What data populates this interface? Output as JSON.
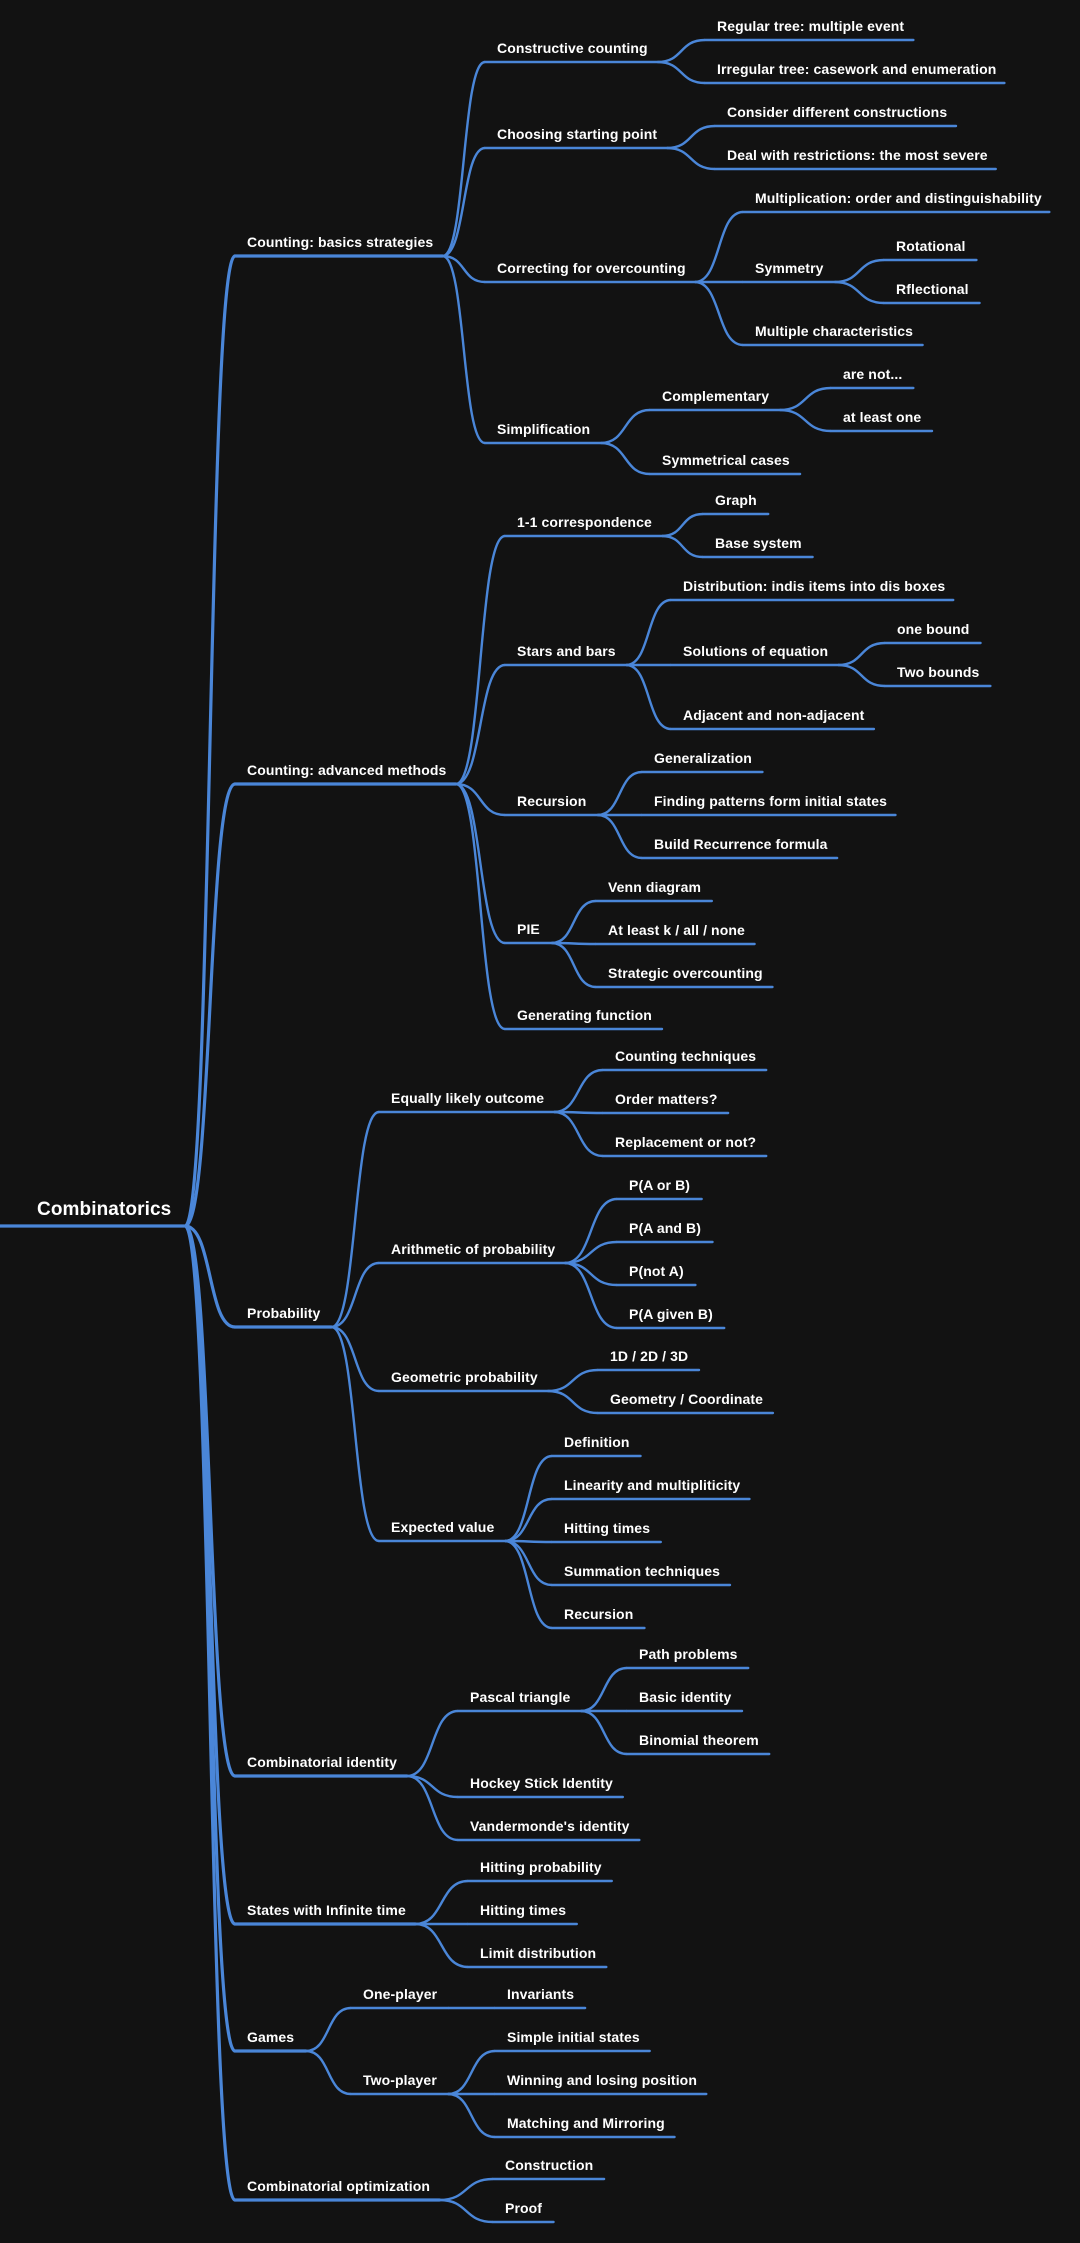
{
  "colors": {
    "background": "#121212",
    "branch": "#4a86d8",
    "text": "#ffffff"
  },
  "root": "Combinatorics",
  "branches": [
    {
      "label": "Counting: basics strategies",
      "children": [
        {
          "label": "Constructive counting",
          "children": [
            {
              "label": "Regular tree: multiple event"
            },
            {
              "label": "Irregular tree: casework and enumeration"
            }
          ]
        },
        {
          "label": "Choosing starting point",
          "children": [
            {
              "label": "Consider different constructions"
            },
            {
              "label": "Deal with restrictions: the most severe"
            }
          ]
        },
        {
          "label": "Correcting for overcounting",
          "children": [
            {
              "label": "Multiplication: order and distinguishability"
            },
            {
              "label": "Symmetry",
              "children": [
                {
                  "label": "Rotational"
                },
                {
                  "label": "Rflectional"
                }
              ]
            },
            {
              "label": "Multiple characteristics"
            }
          ]
        },
        {
          "label": "Simplification",
          "children": [
            {
              "label": "Complementary",
              "children": [
                {
                  "label": "are not..."
                },
                {
                  "label": "at least one"
                }
              ]
            },
            {
              "label": "Symmetrical cases"
            }
          ]
        }
      ]
    },
    {
      "label": "Counting: advanced methods",
      "children": [
        {
          "label": "1-1 correspondence",
          "children": [
            {
              "label": "Graph"
            },
            {
              "label": "Base system"
            }
          ]
        },
        {
          "label": "Stars and bars",
          "children": [
            {
              "label": "Distribution: indis items into dis boxes"
            },
            {
              "label": "Solutions of equation",
              "children": [
                {
                  "label": "one bound"
                },
                {
                  "label": "Two bounds"
                }
              ]
            },
            {
              "label": "Adjacent and non-adjacent"
            }
          ]
        },
        {
          "label": "Recursion",
          "children": [
            {
              "label": "Generalization"
            },
            {
              "label": "Finding patterns form initial states"
            },
            {
              "label": "Build Recurrence formula"
            }
          ]
        },
        {
          "label": "PIE",
          "children": [
            {
              "label": "Venn diagram"
            },
            {
              "label": "At least k / all / none"
            },
            {
              "label": "Strategic overcounting"
            }
          ]
        },
        {
          "label": "Generating function"
        }
      ]
    },
    {
      "label": "Probability",
      "children": [
        {
          "label": "Equally likely outcome",
          "children": [
            {
              "label": "Counting techniques"
            },
            {
              "label": "Order matters?"
            },
            {
              "label": "Replacement or not?"
            }
          ]
        },
        {
          "label": "Arithmetic of probability",
          "children": [
            {
              "label": "P(A or B)"
            },
            {
              "label": "P(A and B)"
            },
            {
              "label": "P(not A)"
            },
            {
              "label": "P(A given B)"
            }
          ]
        },
        {
          "label": "Geometric probability",
          "children": [
            {
              "label": "1D / 2D / 3D"
            },
            {
              "label": "Geometry / Coordinate"
            }
          ]
        },
        {
          "label": "Expected value",
          "children": [
            {
              "label": "Definition"
            },
            {
              "label": "Linearity and multipliticity"
            },
            {
              "label": "Hitting times"
            },
            {
              "label": "Summation techniques"
            },
            {
              "label": "Recursion"
            }
          ]
        }
      ]
    },
    {
      "label": "Combinatorial identity",
      "children": [
        {
          "label": "Pascal triangle",
          "children": [
            {
              "label": "Path problems"
            },
            {
              "label": "Basic identity"
            },
            {
              "label": "Binomial theorem"
            }
          ]
        },
        {
          "label": "Hockey Stick Identity"
        },
        {
          "label": "Vandermonde's identity"
        }
      ]
    },
    {
      "label": "States with Infinite time",
      "children": [
        {
          "label": "Hitting probability"
        },
        {
          "label": "Hitting times"
        },
        {
          "label": "Limit distribution"
        }
      ]
    },
    {
      "label": "Games",
      "children": [
        {
          "label": "One-player",
          "children": [
            {
              "label": "Invariants"
            }
          ]
        },
        {
          "label": "Two-player",
          "children": [
            {
              "label": "Simple initial states"
            },
            {
              "label": "Winning and losing position"
            },
            {
              "label": "Matching and Mirroring"
            }
          ]
        }
      ]
    },
    {
      "label": "Combinatorial optimization",
      "children": [
        {
          "label": "Construction"
        },
        {
          "label": "Proof"
        }
      ]
    }
  ]
}
